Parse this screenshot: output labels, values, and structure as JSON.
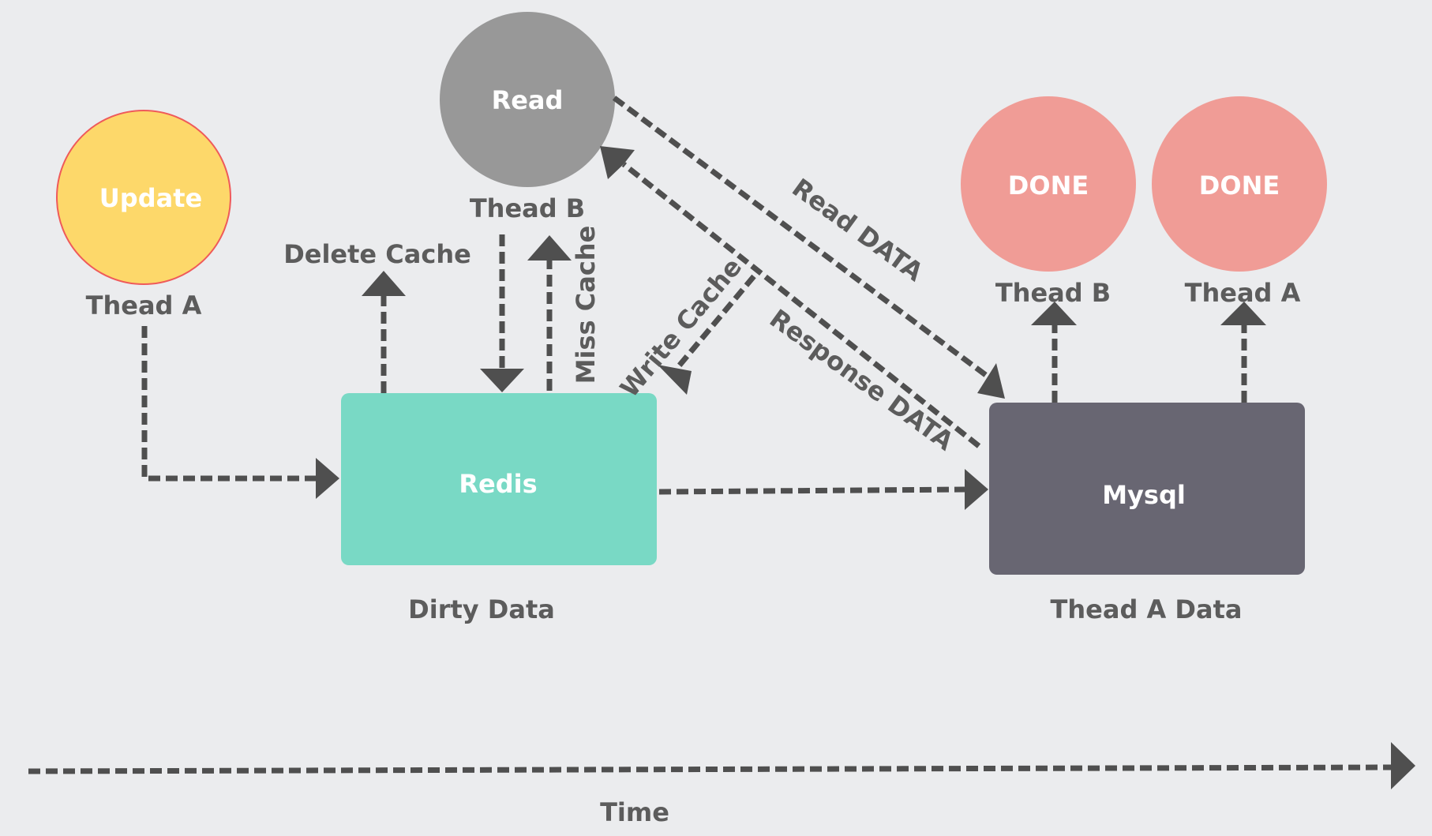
{
  "nodes": {
    "update": {
      "label": "Update",
      "caption": "Thead A",
      "color": "#fdd86a",
      "border": "#ef5a5a"
    },
    "read": {
      "label": "Read",
      "caption": "Thead B",
      "color": "#989898"
    },
    "done_b": {
      "label": "DONE",
      "caption": "Thead B",
      "color": "#f09c96"
    },
    "done_a": {
      "label": "DONE",
      "caption": "Thead A",
      "color": "#f09c96"
    },
    "redis": {
      "label": "Redis",
      "caption": "Dirty Data",
      "color": "#79d9c5"
    },
    "mysql": {
      "label": "Mysql",
      "caption": "Thead A Data",
      "color": "#686672"
    }
  },
  "edges": {
    "delete_cache": "Delete Cache",
    "miss_cache": "Miss Cache",
    "write_cache": "Write Cache",
    "read_data": "Read DATA",
    "response_data": "Response DATA"
  },
  "timeline": {
    "label": "Time"
  },
  "colors": {
    "background": "#ebecee",
    "arrow": "#4f4f4f",
    "text": "#5c5c5c"
  }
}
